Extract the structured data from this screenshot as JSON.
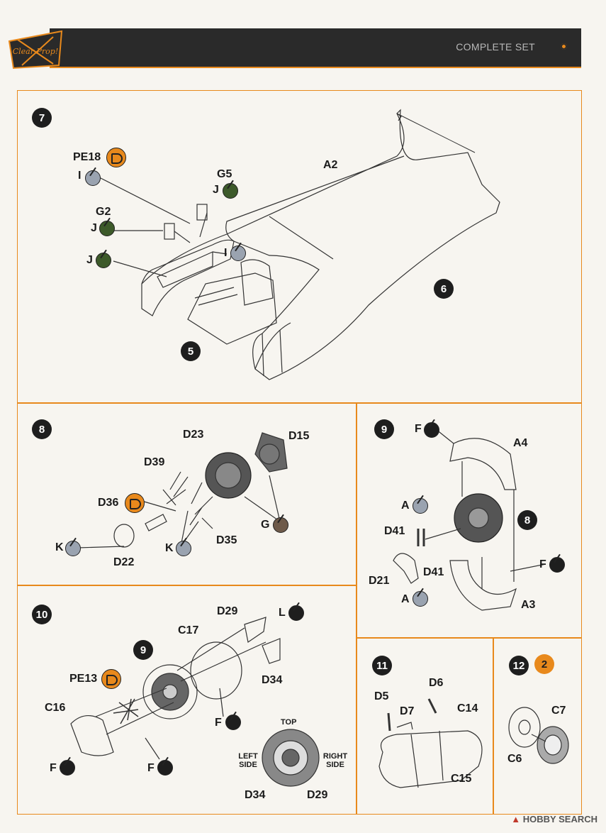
{
  "header": {
    "title": "COMPLETE SET"
  },
  "logo": {
    "text": "Clear Prop!"
  },
  "footer": {
    "brand": "HOBBY SEARCH"
  },
  "colors": {
    "accent": "#e8891c",
    "header_bg": "#2a2a2a",
    "chip_gray": "#9aa3b0",
    "chip_green": "#3d5a2a",
    "chip_black": "#1e1e1e",
    "chip_brown": "#6e5a4a"
  },
  "step7": {
    "num": "7",
    "labels": {
      "pe18": "PE18",
      "i1": "I",
      "g5": "G5",
      "j1": "J",
      "a2": "A2",
      "g2": "G2",
      "j2": "J",
      "j3": "J",
      "i2": "I",
      "ref6": "6",
      "ref5": "5"
    }
  },
  "step8": {
    "num": "8",
    "labels": {
      "d23": "D23",
      "d15": "D15",
      "d39": "D39",
      "d36": "D36",
      "g": "G",
      "k1": "K",
      "k2": "K",
      "d35": "D35",
      "d22": "D22"
    }
  },
  "step9": {
    "num": "9",
    "labels": {
      "f1": "F",
      "a4": "A4",
      "a1": "A",
      "ref8": "8",
      "d41a": "D41",
      "d41b": "D41",
      "f2": "F",
      "d21": "D21",
      "a2": "A",
      "a3": "A3"
    }
  },
  "step10": {
    "num": "10",
    "labels": {
      "d29": "D29",
      "l": "L",
      "c17": "C17",
      "ref9": "9",
      "pe13": "PE13",
      "d34": "D34",
      "c16": "C16",
      "f1": "F",
      "f2": "F",
      "f3": "F",
      "top": "TOP",
      "left_side": "LEFT SIDE",
      "right_side": "RIGHT SIDE",
      "d34b": "D34",
      "d29b": "D29"
    }
  },
  "step11": {
    "num": "11",
    "labels": {
      "d6": "D6",
      "d5": "D5",
      "d7": "D7",
      "c14": "C14",
      "c15": "C15"
    }
  },
  "step12": {
    "num": "12",
    "badge": "2",
    "labels": {
      "c7": "C7",
      "c6": "C6"
    }
  }
}
